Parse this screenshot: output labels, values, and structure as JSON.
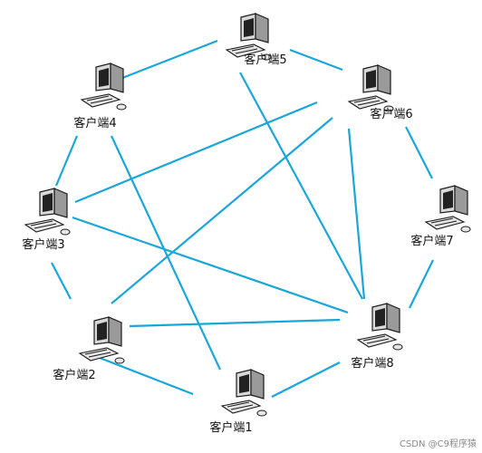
{
  "nodes": [
    {
      "id": "1",
      "label": "客户端1"
    },
    {
      "id": "2",
      "label": "客户端2"
    },
    {
      "id": "3",
      "label": "客户端3"
    },
    {
      "id": "4",
      "label": "客户端4"
    },
    {
      "id": "5",
      "label": "客户端5"
    },
    {
      "id": "6",
      "label": "客户端6"
    },
    {
      "id": "7",
      "label": "客户端7"
    },
    {
      "id": "8",
      "label": "客户端8"
    }
  ],
  "edges": [
    [
      "4",
      "5"
    ],
    [
      "5",
      "6"
    ],
    [
      "6",
      "7"
    ],
    [
      "7",
      "8"
    ],
    [
      "8",
      "1"
    ],
    [
      "1",
      "2"
    ],
    [
      "2",
      "3"
    ],
    [
      "3",
      "4"
    ],
    [
      "4",
      "1"
    ],
    [
      "5",
      "8"
    ],
    [
      "6",
      "3"
    ],
    [
      "6",
      "2"
    ],
    [
      "6",
      "8"
    ],
    [
      "3",
      "8"
    ],
    [
      "2",
      "8"
    ]
  ],
  "colors": {
    "edge": "#1aa6d9"
  },
  "watermark": "CSDN @C9程序猿"
}
